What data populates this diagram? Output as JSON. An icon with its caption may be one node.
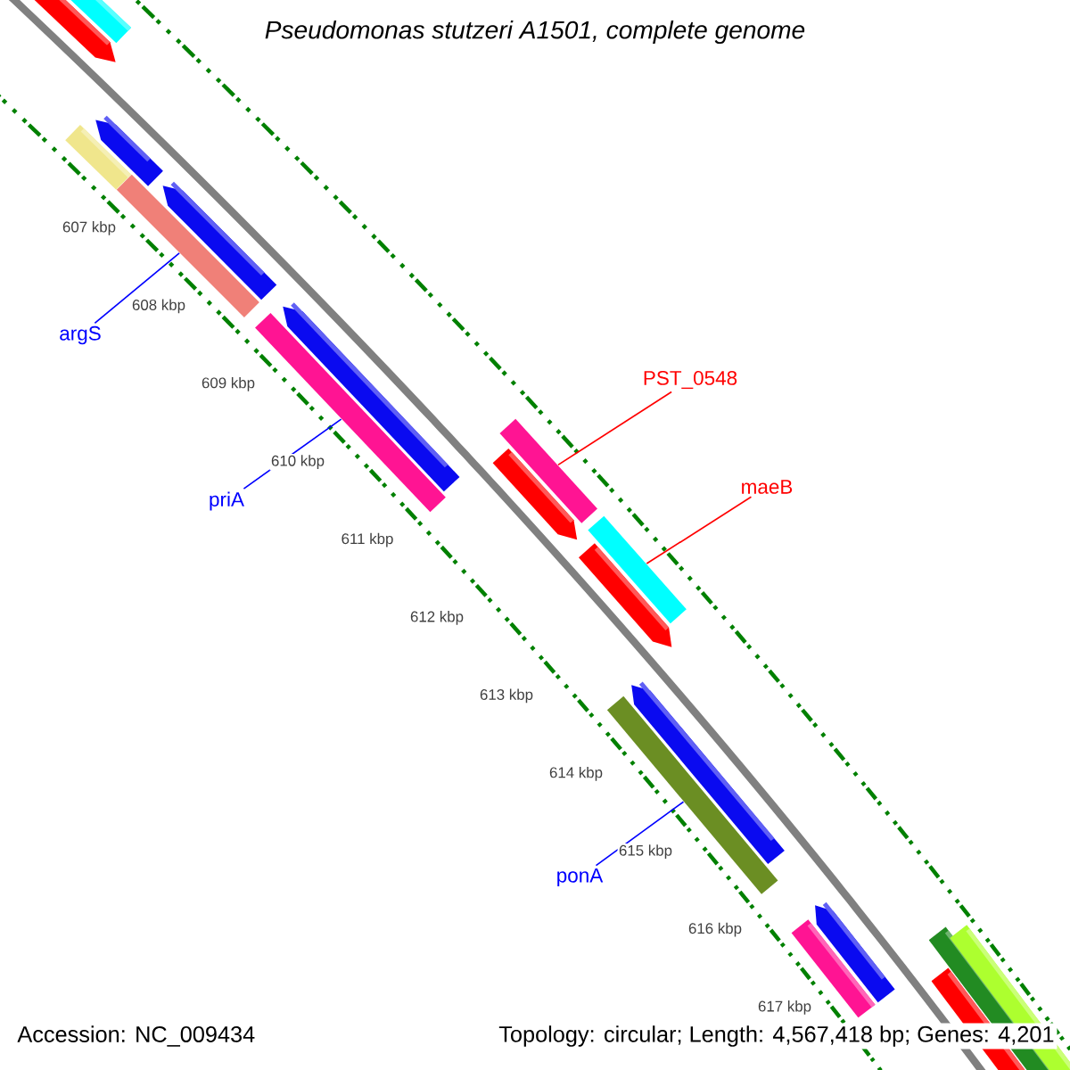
{
  "diagram": {
    "title": "Pseudomonas stutzeri A1501, complete genome",
    "nodes": [
      {
        "text": [
          "argS"
        ]
      },
      {
        "text": [],
        "shape": "bar"
      },
      {
        "text": [
          "PST_0548"
        ]
      },
      {
        "text": [],
        "shape": "bar"
      },
      {
        "text": [
          "maeB"
        ]
      },
      {
        "text": [],
        "shape": "bar"
      },
      {
        "text": [
          "priA"
        ]
      },
      {
        "text": [],
        "shape": "bar"
      },
      {
        "text": [
          "ponA"
        ]
      },
      {
        "text": [],
        "shape": "bar"
      }
    ],
    "edges": [
      {
        "from": 0,
        "to": 1,
        "arrow": "none"
      },
      {
        "from": 2,
        "to": 3,
        "arrow": "none",
        "color": "#ff0000"
      },
      {
        "from": 4,
        "to": 5,
        "arrow": "none",
        "color": "#ff0000"
      },
      {
        "from": 6,
        "to": 7,
        "arrow": "none"
      },
      {
        "from": 8,
        "to": 9,
        "arrow": "none"
      }
    ],
    "labels": [
      "607 kbp",
      "608 kbp",
      "609 kbp",
      "610 kbp",
      "611 kbp",
      "612 kbp",
      "613 kbp",
      "614 kbp",
      "615 kbp",
      "616 kbp",
      "617 kbp",
      "Accession: NC_009434",
      "Topology: circular; Length: 4,567,418 bp; Genes: 4,201"
    ]
  }
}
